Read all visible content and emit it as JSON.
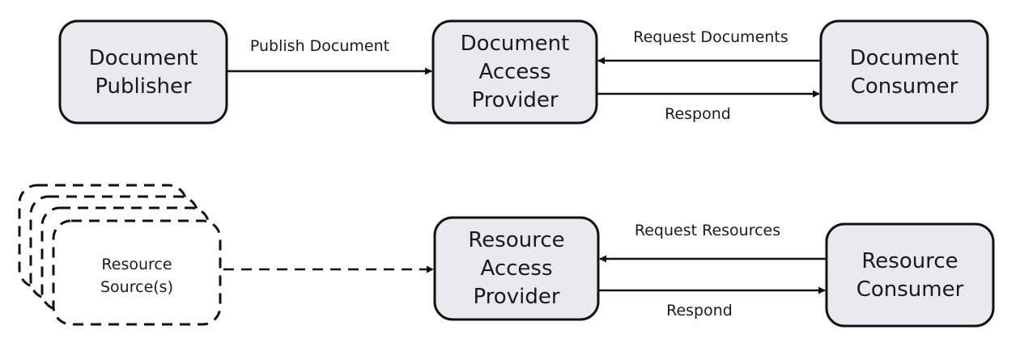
{
  "nodes": {
    "doc_publisher": [
      "Document",
      "Publisher"
    ],
    "doc_access_provider": [
      "Document",
      "Access",
      "Provider"
    ],
    "doc_consumer": [
      "Document",
      "Consumer"
    ],
    "res_source": [
      "Resource",
      "Source(s)"
    ],
    "res_access_provider": [
      "Resource",
      "Access",
      "Provider"
    ],
    "res_consumer": [
      "Resource",
      "Consumer"
    ]
  },
  "edges": {
    "publish_document": "Publish Document",
    "request_documents": "Request Documents",
    "respond_documents": "Respond",
    "request_resources": "Request Resources",
    "respond_resources": "Respond"
  },
  "colors": {
    "box_fill": "#e8eaed",
    "stroke": "#111111"
  }
}
